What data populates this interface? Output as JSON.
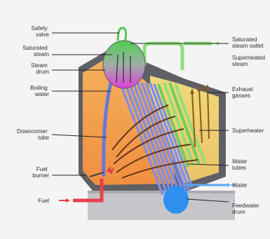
{
  "diagram": {
    "labels_left": {
      "safety_valve": [
        "Safety",
        "valve"
      ],
      "saturated_steam": [
        "Saturated",
        "steam"
      ],
      "steam_drum": [
        "Steam",
        "drum"
      ],
      "boiling_water": [
        "Boiling",
        "water"
      ],
      "downcomer_tube": [
        "Downcomer",
        "tube"
      ],
      "fuel_burner": [
        "Fuel",
        "burner"
      ],
      "fuel": "Fuel"
    },
    "labels_right": {
      "saturated_steam_outlet": [
        "Saturated",
        "steam outlet"
      ],
      "superheated_steam": [
        "Superheated",
        "steam"
      ],
      "exhaust_gasses": [
        "Exhaust",
        "gasses"
      ],
      "superheater": "Superheater",
      "water_tubes": [
        "Water",
        "tubes"
      ],
      "water": "Water",
      "feedwater_drum": [
        "Feedwater",
        "drum"
      ]
    },
    "colors": {
      "furnace_top": "#f5b25c",
      "furnace_bottom": "#ef8f40",
      "exhaust_zone": "#f3d36a",
      "housing": "#5f5f66",
      "base": "#c6c6ca",
      "steam_drum_top": "#4fcf4f",
      "steam_drum_bottom": "#e13fd6",
      "water_tubes": "#7f8fe8",
      "feedwater_drum": "#2e8ff0",
      "superheater": "#8ee07c",
      "fuel_line": "#e8404a",
      "water_arrow": "#5aa8f0",
      "flow_arrows": "#6b3418"
    }
  }
}
